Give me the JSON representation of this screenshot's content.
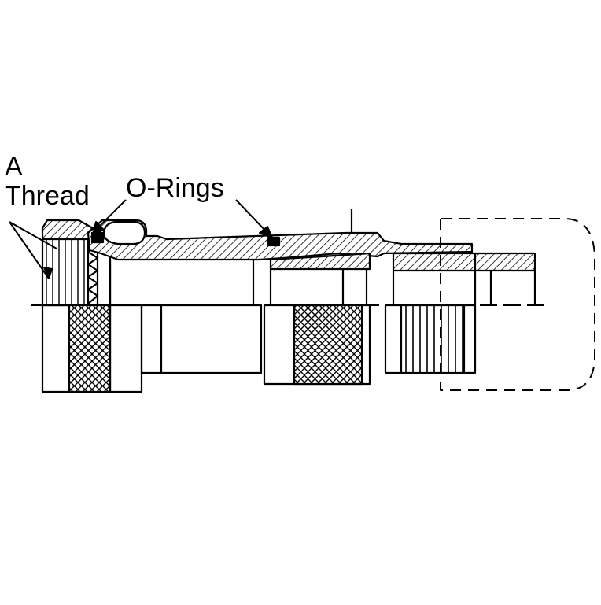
{
  "labels": {
    "thread_line1": "A",
    "thread_line2": "Thread",
    "o_rings": "O-Rings"
  }
}
